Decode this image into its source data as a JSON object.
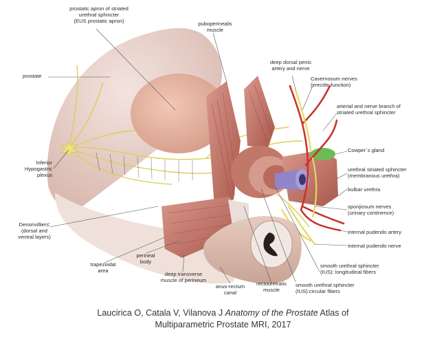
{
  "labels": {
    "prostatic_apron": [
      "prostatic apron of striated",
      "urethral sphincter",
      "(EUS prostatic apron)"
    ],
    "puboperinealis": [
      "puboperinealis",
      "muscle"
    ],
    "deep_dorsal_penis": [
      "deep dorsal penis",
      "artery and nerve"
    ],
    "prostate": [
      "prostate"
    ],
    "cavernosum_nerves": [
      "Cavernosum nerves",
      "(erectile function)"
    ],
    "arterial_nerve_branch": [
      "arterial and nerve branch of",
      "striated urethral sphincter"
    ],
    "inferior_hypogastric": [
      "Inferior",
      "Hypogastric",
      "plexus"
    ],
    "cowpers_gland": [
      "Cowper´s gland"
    ],
    "urethral_striated": [
      "urethral striated sphincter",
      "(membranous urethra)"
    ],
    "bulbar_urethra": [
      "bulbar urethra"
    ],
    "sponjiosum_nerves": [
      "sponjiosum nerves",
      "(urinary continence)"
    ],
    "denonvilliers": [
      "Denonvilliers'",
      "(dorsal and",
      "ventral layers)"
    ],
    "internal_pudendo_artery": [
      "internal pudendo artery"
    ],
    "internal_pudendo_nerve": [
      "internal pudendo nerve"
    ],
    "trapezoidal_area": [
      "trapezoidal",
      "area"
    ],
    "perineal_body": [
      "perineal",
      "body"
    ],
    "deep_transverse": [
      "deep transverse",
      "muscle of perineum"
    ],
    "anus_rectum": [
      "anus-rectum",
      "canal"
    ],
    "rectouretralis": [
      "rectouretralis",
      "muscle"
    ],
    "smooth_longitudinal": [
      "smooth urethral sphincter",
      "(IUS): longitudinal fibers"
    ],
    "smooth_circular": [
      "smooth urethral sphincter",
      "(IUS):circular fibers"
    ]
  },
  "caption": {
    "authors": "Laucirica O, Catala V, Vilanova J ",
    "title_italic": "Anatomy of the Prostate",
    "after_title": " Atlas of",
    "line2": "Multiparametric Prostate MRI, 2017"
  },
  "colors": {
    "muscle": "#c98479",
    "prostate": "#e7b5a1",
    "bladder": "#ecd6cf",
    "nerve": "#e8df6a",
    "artery": "#c7332a",
    "urethra": "#8f86c9",
    "cowper": "#6dbb57",
    "background": "#ffffff"
  }
}
